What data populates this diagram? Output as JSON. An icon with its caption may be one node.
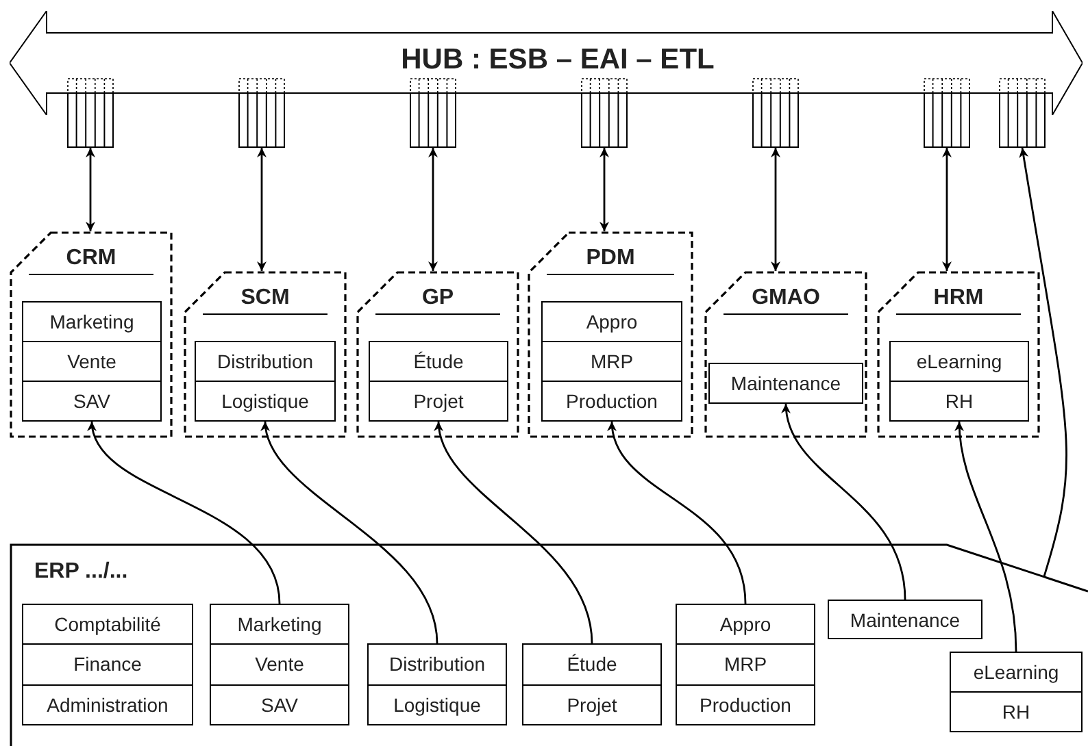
{
  "diagram": {
    "nodes": [
      {
        "text": [
          "HUB : ESB – EAI – ETL"
        ]
      },
      {
        "text": [],
        "shape": "box"
      },
      {
        "text": [],
        "shape": "box"
      },
      {
        "text": [],
        "shape": "box"
      },
      {
        "text": [],
        "shape": "box"
      },
      {
        "text": [],
        "shape": "box"
      },
      {
        "text": [],
        "shape": "box"
      },
      {
        "text": [],
        "shape": "box"
      },
      {
        "text": [
          "CRM"
        ]
      },
      {
        "text": [
          "Marketing",
          "Vente",
          "SAV"
        ],
        "in": 8
      },
      {
        "text": [
          "SCM"
        ]
      },
      {
        "text": [
          "Distribution",
          "Logistique"
        ],
        "in": 10
      },
      {
        "text": [
          "GP"
        ]
      },
      {
        "text": [
          "Étude",
          "Projet"
        ],
        "in": 12
      },
      {
        "text": [
          "PDM"
        ]
      },
      {
        "text": [
          "Appro",
          "MRP",
          "Production"
        ],
        "in": 14
      },
      {
        "text": [
          "GMAO"
        ]
      },
      {
        "text": [
          "Maintenance"
        ],
        "in": 16
      },
      {
        "text": [
          "HRM"
        ]
      },
      {
        "text": [
          "eLearning",
          "RH"
        ],
        "in": 18
      },
      {
        "text": [
          "ERP .../..."
        ]
      },
      {
        "text": [
          "Comptabilité",
          "Finance",
          "Administration"
        ],
        "in": 20
      },
      {
        "text": [
          "Marketing",
          "Vente",
          "SAV"
        ],
        "in": 20
      },
      {
        "text": [
          "Distribution",
          "Logistique"
        ],
        "in": 20
      },
      {
        "text": [
          "Étude",
          "Projet"
        ],
        "in": 20
      },
      {
        "text": [
          "Appro",
          "MRP",
          "Production"
        ],
        "in": 20
      },
      {
        "text": [
          "Maintenance"
        ],
        "in": 20
      },
      {
        "text": [
          "eLearning",
          "RH"
        ],
        "in": 20
      }
    ],
    "edges": [
      {
        "from": 1,
        "to": 8,
        "arrow": "both"
      },
      {
        "from": 2,
        "to": 10,
        "arrow": "both"
      },
      {
        "from": 3,
        "to": 12,
        "arrow": "both"
      },
      {
        "from": 4,
        "to": 14,
        "arrow": "both"
      },
      {
        "from": 5,
        "to": 16,
        "arrow": "both"
      },
      {
        "from": 6,
        "to": 18,
        "arrow": "both"
      },
      {
        "from": 22,
        "to": 9,
        "arrow": "to"
      },
      {
        "from": 23,
        "to": 11,
        "arrow": "to"
      },
      {
        "from": 24,
        "to": 13,
        "arrow": "to"
      },
      {
        "from": 25,
        "to": 15,
        "arrow": "to"
      },
      {
        "from": 26,
        "to": 17,
        "arrow": "to"
      },
      {
        "from": 27,
        "to": 19,
        "arrow": "to"
      },
      {
        "from": 20,
        "to": 7,
        "arrow": "to"
      }
    ]
  }
}
